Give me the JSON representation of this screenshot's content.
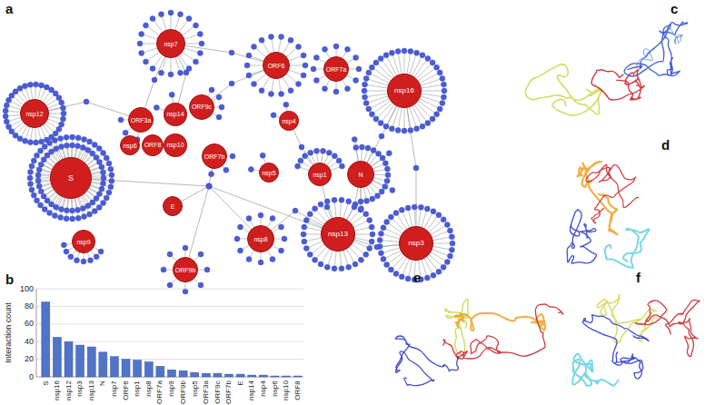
{
  "diagram": {
    "nodes": [
      {
        "text": [
          "nsp7"
        ]
      },
      {
        "text": [
          "ORF6"
        ]
      },
      {
        "text": [
          "ORF7a"
        ]
      },
      {
        "text": [
          "nsp16"
        ]
      },
      {
        "text": [
          "nsp12"
        ]
      },
      {
        "text": [
          "ORF3a"
        ]
      },
      {
        "text": [
          "nsp14"
        ]
      },
      {
        "text": [
          "ORF9c"
        ]
      },
      {
        "text": [
          "nsp4"
        ]
      },
      {
        "text": [
          "nsp6"
        ]
      },
      {
        "text": [
          "ORF8"
        ]
      },
      {
        "text": [
          "nsp10"
        ]
      },
      {
        "text": [
          "ORF7b"
        ]
      },
      {
        "text": [
          "S"
        ]
      },
      {
        "text": [
          "nsp5"
        ]
      },
      {
        "text": [
          "nsp1"
        ]
      },
      {
        "text": [
          "N"
        ]
      },
      {
        "text": [
          "E"
        ]
      },
      {
        "text": [
          "nsp9"
        ]
      },
      {
        "text": [
          "nsp8"
        ]
      },
      {
        "text": [
          "nsp13"
        ]
      },
      {
        "text": [
          "nsp3"
        ]
      },
      {
        "text": [
          "ORF9b"
        ]
      }
    ],
    "labels": [
      "a",
      "b",
      "c",
      "d",
      "e",
      "f",
      "Interaction count",
      "100",
      "80",
      "60",
      "40",
      "20",
      "0",
      "S",
      "nsp16",
      "nsp12",
      "nsp3",
      "nsp13",
      "N",
      "nsp7",
      "ORF6",
      "nsp1",
      "nsp8",
      "ORF7a",
      "nsp9",
      "ORF9b",
      "nsp5",
      "ORF3a",
      "ORF9c",
      "ORF7b",
      "E",
      "nsp14",
      "nsp4",
      "nsp6",
      "nsp10",
      "ORF8"
    ]
  }
}
